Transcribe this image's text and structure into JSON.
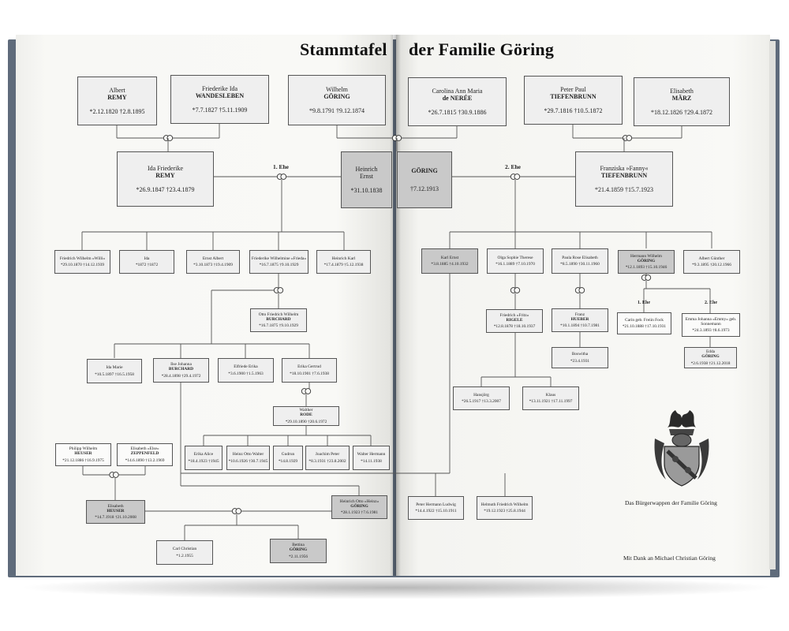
{
  "title_left": "Stammtafel",
  "title_right": "der Familie Göring",
  "marriage_labels": {
    "first": "1. Ehe",
    "second": "2. Ehe",
    "first_small": "1. Ehe",
    "second_small": "2. Ehe"
  },
  "caption": "Das Bürgerwappen der Familie Göring",
  "thanks": "Mit Dank an Michael Christian Göring",
  "heinrich": {
    "given": "Heinrich",
    "given2": "Ernst",
    "surname": "GÖRING",
    "born": "*31.10.1838",
    "died": "†7.12.1913"
  },
  "people": [
    {
      "id": "albert",
      "name": "Albert",
      "surname": "REMY",
      "dates": "*2.12.1820 †2.8.1895"
    },
    {
      "id": "friederike",
      "name": "Friederike Ida",
      "surname": "WANDESLEBEN",
      "dates": "*7.7.1827 †5.11.1909"
    },
    {
      "id": "wilhelm",
      "name": "Wilhelm",
      "surname": "GÖRING",
      "dates": "*9.8.1791 †9.12.1874"
    },
    {
      "id": "carolina",
      "name": "Carolina Ann Maria",
      "surname": "de NERÉE",
      "dates": "*26.7.1815 †30.9.1886"
    },
    {
      "id": "peterpaul",
      "name": "Peter Paul",
      "surname": "TIEFENBRUNN",
      "dates": "*29.7.1816 †10.5.1872"
    },
    {
      "id": "elisabethm",
      "name": "Elisabeth",
      "surname": "MÄRZ",
      "dates": "*18.12.1826 †29.4.1872"
    },
    {
      "id": "idaremy",
      "name": "Ida Friederike",
      "surname": "REMY",
      "dates": "*26.9.1847 †23.4.1879"
    },
    {
      "id": "fanny",
      "name": "Franziska »Fanny«",
      "surname": "TIEFENBRUNN",
      "dates": "*21.4.1859 †15.7.1923"
    },
    {
      "id": "fw",
      "name": "Friedrich Wilhelm »Willi«",
      "surname": "",
      "dates": "*29.10.1870 †14.12.1939"
    },
    {
      "id": "ida",
      "name": "Ida",
      "surname": "",
      "dates": "*1872 †1872"
    },
    {
      "id": "ernstalbert",
      "name": "Ernst Albert",
      "surname": "",
      "dates": "*3.10.1873 †19.4.1909"
    },
    {
      "id": "frieda",
      "name": "Friederike Wilhelmine »Frieda«",
      "surname": "",
      "dates": "*16.7.1875 †9.10.1929"
    },
    {
      "id": "heinrichkarl",
      "name": "Heinrich Karl",
      "surname": "",
      "dates": "*17.4.1879 †5.12.1938"
    },
    {
      "id": "karlernst",
      "name": "Karl Ernst",
      "surname": "",
      "dates": "*3.8.1885 †4.10.1932"
    },
    {
      "id": "olga",
      "name": "Olga Sophie Therese",
      "surname": "",
      "dates": "*16.1.1889 †7.10.1970"
    },
    {
      "id": "paula",
      "name": "Paula Rose Elisabeth",
      "surname": "",
      "dates": "*8.5.1890 †30.11.1960"
    },
    {
      "id": "hermann",
      "name": "Hermann Wilhelm",
      "surname": "GÖRING",
      "dates": "*12.1.1893 †15.10.1946"
    },
    {
      "id": "albertg",
      "name": "Albert Günther",
      "surname": "",
      "dates": "*9.3.1895 †20.12.1966"
    },
    {
      "id": "otto",
      "name": "Otto Friedrich Wilhelm",
      "surname": "BURCHARD",
      "dates": "*16.7.1875 †9.10.1929"
    },
    {
      "id": "rigele",
      "name": "Friedrich »Fritz«",
      "surname": "RIGELE",
      "dates": "*12.8.1878 †18.10.1937"
    },
    {
      "id": "hueber",
      "name": "Franz",
      "surname": "HUEBER",
      "dates": "*10.1.1894 †10.7.1981"
    },
    {
      "id": "carin",
      "name": "Carin geb. Freiin Fock",
      "surname": "",
      "dates": "*21.10.1888 †17.10.1931"
    },
    {
      "id": "emmy",
      "name": "Emma Johanna »Emmy« geb. Sonnemann",
      "surname": "",
      "dates": "*24.3.1893 †8.6.1973"
    },
    {
      "id": "edda",
      "name": "Edda",
      "surname": "GÖRING",
      "dates": "*2.6.1938 †21.12.2018"
    },
    {
      "id": "boswitha",
      "name": "Boswitha",
      "surname": "",
      "dates": "*23.4.1931"
    },
    {
      "id": "idamarie",
      "name": "Ida Marie",
      "surname": "",
      "dates": "*10.5.1897 †16.5.1958"
    },
    {
      "id": "ilse",
      "name": "Ilse Johanna",
      "surname": "BURCHARD",
      "dates": "*28.4.1898 †29.4.1972"
    },
    {
      "id": "elfriede",
      "name": "Elfriede Erika",
      "surname": "",
      "dates": "*3.6.1900 †1.5.1963"
    },
    {
      "id": "erika",
      "name": "Erika Gertrud",
      "surname": "",
      "dates": "*18.10.1901 †7.6.1938"
    },
    {
      "id": "walther",
      "name": "Walther",
      "surname": "RODE",
      "dates": "*29.10.1890 †20.6.1972"
    },
    {
      "id": "hansjorg",
      "name": "Hansjörg",
      "surname": "",
      "dates": "*26.5.1917 †13.3.2007"
    },
    {
      "id": "klaus",
      "name": "Klaus",
      "surname": "",
      "dates": "*13.11.1921 †17.11.1997"
    },
    {
      "id": "erikaalice",
      "name": "Erika Alice",
      "surname": "",
      "dates": "*18.4.1923 †1945"
    },
    {
      "id": "heinzotto",
      "name": "Heinz Otto Walter",
      "surname": "",
      "dates": "*10.6.1926 †30.7.1945"
    },
    {
      "id": "gudrun",
      "name": "Gudrun",
      "surname": "",
      "dates": "*14.8.1929"
    },
    {
      "id": "joachim",
      "name": "Joachim Peter",
      "surname": "",
      "dates": "*8.3.1931 †23.8.2002"
    },
    {
      "id": "walterh",
      "name": "Walter Hermann",
      "surname": "",
      "dates": "*14.11.1938"
    },
    {
      "id": "philipp",
      "name": "Philipp Wilhelm",
      "surname": "HEUSER",
      "dates": "*21.12.1886 †16.9.1975"
    },
    {
      "id": "elisabethelse",
      "name": "Elisabeth »Else«",
      "surname": "ZEPPENFELD",
      "dates": "*14.6.1890 †13.2.1969"
    },
    {
      "id": "elisabethh",
      "name": "Elisabeth",
      "surname": "HEUSER",
      "dates": "*14.7.1918 †21.10.2008"
    },
    {
      "id": "heinrichotto",
      "name": "Heinrich Otto »Heinz«",
      "surname": "GÖRING",
      "dates": "*28.1.1923 †7.6.1981"
    },
    {
      "id": "peterhermann",
      "name": "Peter Hermann Ludwig",
      "surname": "",
      "dates": "*14.4.1922 †15.10.1911"
    },
    {
      "id": "helmuth",
      "name": "Helmuth Friedrich Wilhelm",
      "surname": "",
      "dates": "*19.12.1923 †25.8.1944"
    },
    {
      "id": "carlchristian",
      "name": "Carl Christian",
      "surname": "",
      "dates": "*1.2.1955"
    },
    {
      "id": "bettina",
      "name": "Bettina",
      "surname": "GÖRING",
      "dates": "*2.11.1956"
    }
  ]
}
